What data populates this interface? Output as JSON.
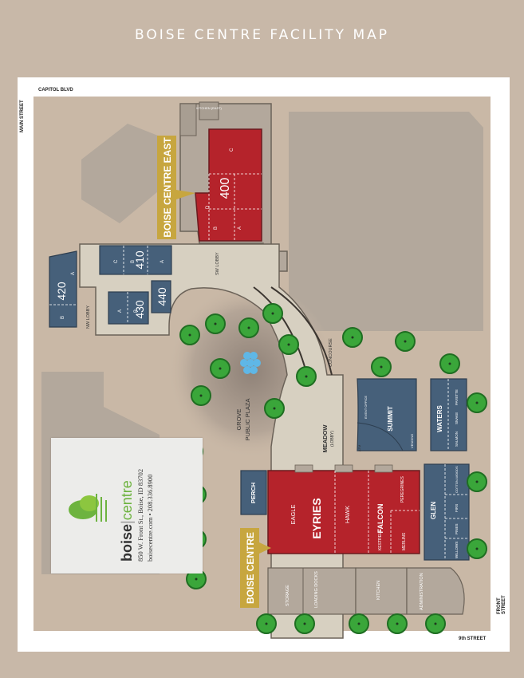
{
  "title": "BOISE CENTRE FACILITY MAP",
  "streets": {
    "top": "CAPITOL BLVD",
    "left": "MAIN STREET",
    "right": "FRONT STREET",
    "bottom": "9th STREET"
  },
  "buildings": {
    "east_banner": "BOISE CENTRE EAST",
    "main_banner": "BOISE CENTRE"
  },
  "rooms": {
    "r400": "400",
    "r410": "410",
    "r420": "420",
    "r430": "430",
    "r440": "440",
    "sub_a": "A",
    "sub_b": "B",
    "sub_c": "C",
    "sub_d": "D",
    "kitchen_east": "KITCHEN (EAST)",
    "sw_lobby": "SW LOBBY",
    "nw_lobby": "NW LOBBY",
    "concourse": "CONCOURSE",
    "grove": "GROVE",
    "plaza": "PUBLIC PLAZA",
    "meadow": "MEADOW",
    "meadow_sub": "(LOBBY)",
    "event_office": "EVENT OFFICE",
    "summit": "SUMMIT",
    "vending": "VENDING",
    "atm": "ATM",
    "waters": "WATERS",
    "payette": "PAYETTE",
    "snake": "SNAKE",
    "salmon": "SALMON",
    "perch": "PERCH",
    "eagle": "EAGLE",
    "eyries": "EYRIES",
    "hawk": "HAWK",
    "falcon": "FALCON",
    "peregrines": "PEREGRINES",
    "kestrels": "KESTRELS",
    "merlins": "MERLINS",
    "glen": "GLEN",
    "cottonwoods": "COTTON-WOODS",
    "firs": "FIRS",
    "pines": "PINES",
    "willows": "WILLOWS",
    "storage": "STORAGE",
    "loading_docks": "LOADING DOCKS",
    "kitchen": "KITCHEN",
    "administration": "ADMINISTRATION"
  },
  "legend": {
    "brand_left": "boise",
    "brand_right": "centre",
    "address": "850 W. Front St., Boise, ID 83702",
    "contact": "boisecentre.com  •  208.336.8900"
  },
  "colors": {
    "background": "#c8b8a8",
    "ground": "#c9b8a6",
    "building": "#b3a89c",
    "floor": "#d7d0c1",
    "red_room": "#b5232b",
    "blue_room": "#46607a",
    "banner": "#c7a63f",
    "tree": "#3aa63a"
  }
}
